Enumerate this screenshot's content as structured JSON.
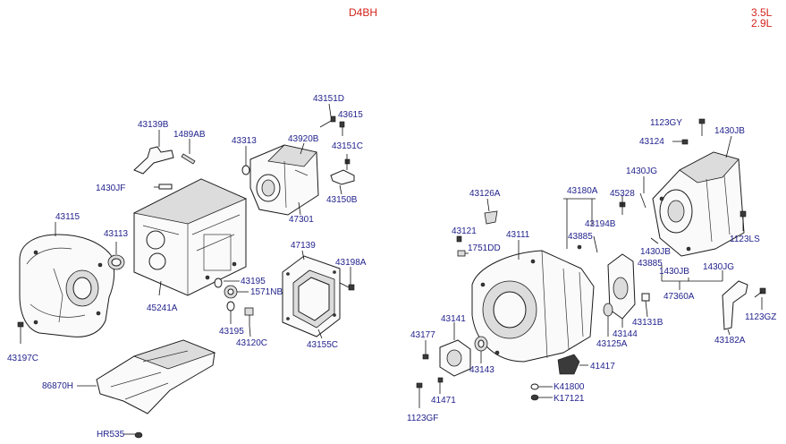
{
  "header": {
    "engine_code": "D4BH",
    "variant_line1": "3.5L",
    "variant_line2": "2.9L"
  },
  "part_labels": {
    "p43151D": "43151D",
    "p43615": "43615",
    "p43139B": "43139B",
    "p1489AB": "1489AB",
    "p43313": "43313",
    "p43920B": "43920B",
    "p43151C": "43151C",
    "p1123GY": "1123GY",
    "p1430JB_a": "1430JB",
    "p43124": "43124",
    "p1430JF": "1430JF",
    "p43150B": "43150B",
    "p1430JG_a": "1430JG",
    "p43126A": "43126A",
    "p43180A": "43180A",
    "p45328": "45328",
    "p43115": "43115",
    "p47301": "47301",
    "p43194B": "43194B",
    "p43121": "43121",
    "p43111": "43111",
    "p43885_a": "43885",
    "p1123LS": "1123LS",
    "p43113": "43113",
    "p47139": "47139",
    "p1751DD": "1751DD",
    "p1430JB_b": "1430JB",
    "p43198A": "43198A",
    "p43885_b": "43885",
    "p1430JB_c": "1430JB",
    "p1430JG_b": "1430JG",
    "p43195_a": "43195",
    "p1571NB": "1571NB",
    "p47360A": "47360A",
    "p45241A": "45241A",
    "p1123GZ": "1123GZ",
    "p43131B": "43131B",
    "p43141": "43141",
    "p43144": "43144",
    "p43195_b": "43195",
    "p43177": "43177",
    "p43120C": "43120C",
    "p43155C": "43155C",
    "p43125A": "43125A",
    "p43182A": "43182A",
    "p43197C": "43197C",
    "p43143": "43143",
    "p41417": "41417",
    "p86870H": "86870H",
    "pK41800": "K41800",
    "p41471": "41471",
    "pK17121": "K17121",
    "p1123GF": "1123GF",
    "pHR535": "HR535"
  },
  "colors": {
    "label_text": "#1f1f8c",
    "header_text": "#d4241c",
    "line": "#111111",
    "background": "#ffffff"
  }
}
